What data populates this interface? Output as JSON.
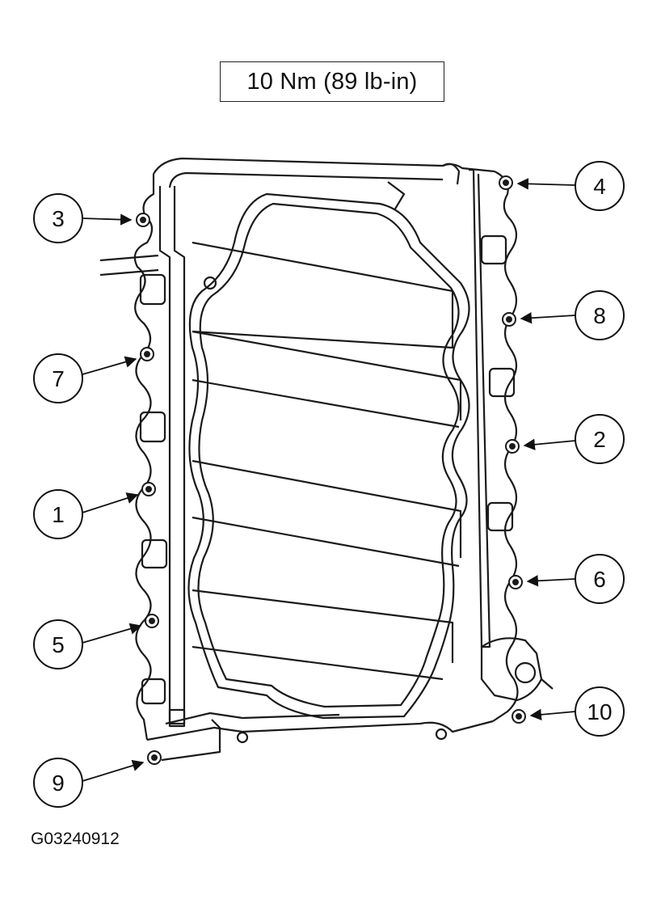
{
  "torque_spec": "10 Nm (89 lb-in)",
  "figure_code": "G03240912",
  "callouts": [
    {
      "id": "1",
      "label": "1"
    },
    {
      "id": "2",
      "label": "2"
    },
    {
      "id": "3",
      "label": "3"
    },
    {
      "id": "4",
      "label": "4"
    },
    {
      "id": "5",
      "label": "5"
    },
    {
      "id": "6",
      "label": "6"
    },
    {
      "id": "7",
      "label": "7"
    },
    {
      "id": "8",
      "label": "8"
    },
    {
      "id": "9",
      "label": "9"
    },
    {
      "id": "10",
      "label": "10"
    }
  ],
  "colors": {
    "line": "#1a1a1a",
    "background": "#ffffff"
  }
}
